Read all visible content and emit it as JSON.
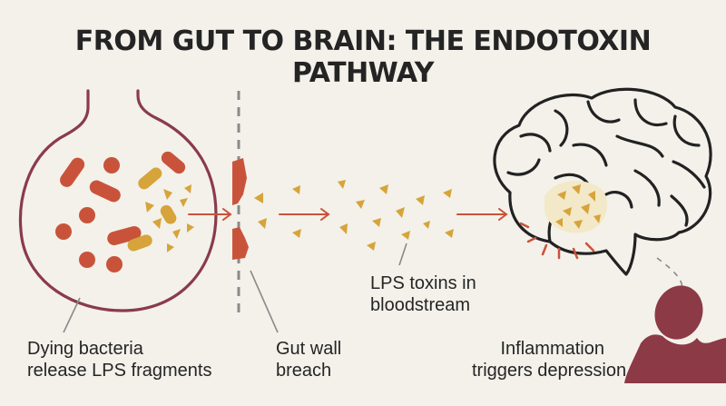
{
  "title": "FROM GUT TO BRAIN: THE ENDOTOXIN PATHWAY",
  "labels": {
    "bacteria": [
      "Dying bacteria",
      "release LPS fragments"
    ],
    "gut_wall": [
      "Gut wall",
      "breach"
    ],
    "lps": [
      "LPS toxins in",
      "bloodstream"
    ],
    "inflammation": [
      "Inflammation",
      "triggers depression"
    ]
  },
  "colors": {
    "bacteria_red": "#c9533a",
    "lps_gold": "#d6a43a",
    "organ_outline": "#8a3b4a",
    "silhouette": "#8c3a46",
    "arrow": "#c9533a",
    "text": "#252525",
    "background": "#f3f1ea"
  }
}
